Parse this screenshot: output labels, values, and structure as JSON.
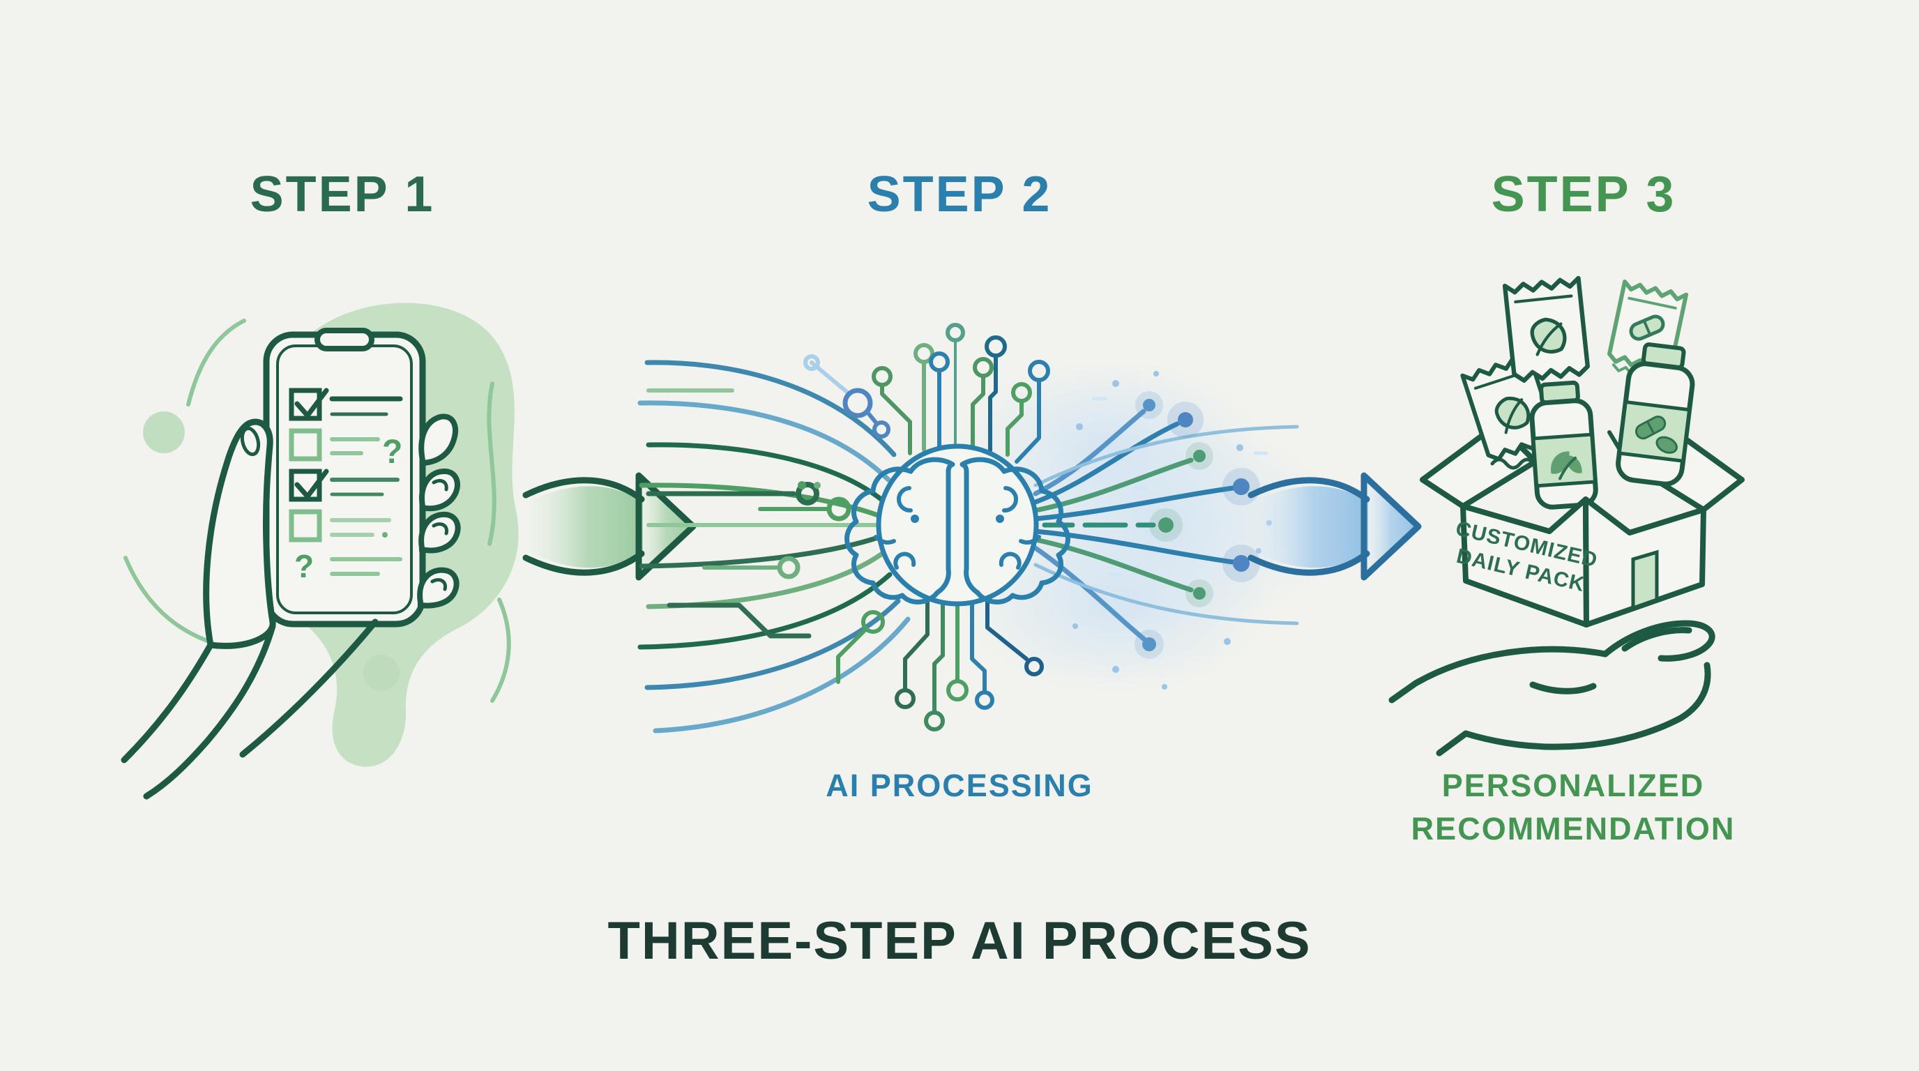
{
  "infographic": {
    "title": "THREE-STEP AI PROCESS",
    "title_color": "#1d3a33",
    "background_color": "#f2f3ee"
  },
  "steps": [
    {
      "label": "STEP 1",
      "label_color": "#2a6b4f",
      "illustration": "hand-holding-phone-with-checklist"
    },
    {
      "label": "STEP 2",
      "label_color": "#2b7fad",
      "caption": "AI PROCESSING",
      "caption_color": "#2b7fad",
      "illustration": "ai-brain-with-circuit-traces"
    },
    {
      "label": "STEP 3",
      "label_color": "#449552",
      "caption_lines": [
        "PERSONALIZED",
        "RECOMMENDATION"
      ],
      "caption_color": "#449552",
      "illustration": "supplement-box-on-open-hand"
    }
  ],
  "box_text": {
    "lines": [
      "CUSTOMIZED",
      "DAILY PACK"
    ]
  },
  "arrows": [
    {
      "direction": "right",
      "outline_color": "#1e5a43",
      "fill_color": "#a7d3ab"
    },
    {
      "direction": "right",
      "outline_color": "#2b6f9e",
      "fill_color": "#a9cfe9"
    }
  ],
  "palette": {
    "dark_green_outline": "#1e5a43",
    "mid_green": "#4f9e63",
    "light_green_fill": "#bddcba",
    "blue_line": "#2d7fad",
    "light_blue": "#a9cfe9"
  }
}
